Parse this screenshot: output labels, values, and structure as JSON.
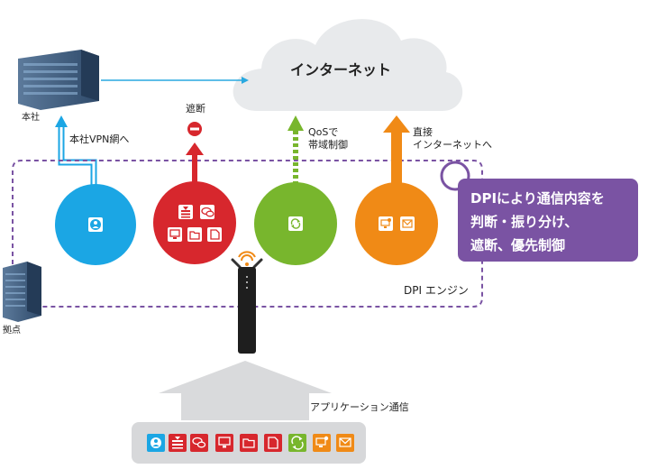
{
  "labels": {
    "internet": "インターネット",
    "hq": "本社",
    "branch": "拠点",
    "hq_vpn": "本社VPN網へ",
    "block": "遮断",
    "qos_line1": "QoSで",
    "qos_line2": "帯域制御",
    "direct_line1": "直接",
    "direct_line2": "インターネットへ",
    "dpi_engine": "DPI エンジン",
    "app_comm": "アプリケーション通信"
  },
  "callout": {
    "line1": "DPIにより通信内容を",
    "line2": "判断・振り分け、",
    "line3": "遮断、優先制御"
  },
  "colors": {
    "blue": "#1ba6e4",
    "red": "#d7272d",
    "green": "#78b62d",
    "orange": "#f08a16",
    "purple": "#7a53a3",
    "cloud": "#e8eaec",
    "cloud_text": "#3aa3dc"
  },
  "icons": {
    "blue_circle": [
      "user-icon"
    ],
    "red_circle": [
      "document-stack-icon",
      "chat-icon",
      "monitor-icon",
      "folder-icon",
      "file-icon"
    ],
    "green_circle": [
      "refresh-icon"
    ],
    "orange_circle": [
      "user-monitor-icon",
      "mail-icon"
    ],
    "bottom_bar": [
      "user-icon",
      "document-stack-icon",
      "chat-icon",
      "monitor-icon",
      "folder-icon",
      "file-icon",
      "refresh-icon",
      "user-monitor-icon",
      "mail-icon"
    ]
  }
}
